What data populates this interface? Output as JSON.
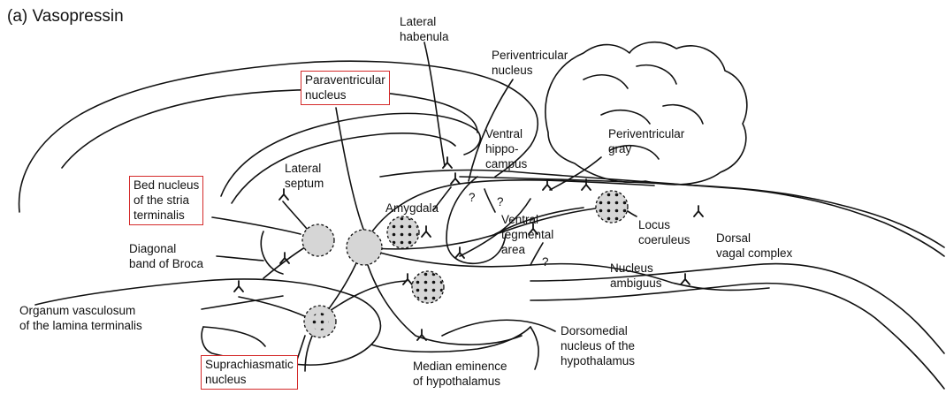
{
  "title": "(a) Vasopressin",
  "labels": {
    "lateral_habenula": "Lateral\nhabenula",
    "periventricular_nucleus": "Periventricular\nnucleus",
    "paraventricular_nucleus": "Paraventricular\nnucleus",
    "periventricular_gray": "Periventricular\ngray",
    "ventral_hippocampus": "Ventral\nhippo-\ncampus",
    "lateral_septum": "Lateral\nseptum",
    "bed_nucleus": "Bed nucleus\nof the stria\nterminalis",
    "amygdala": "Amygdala",
    "ventral_tegmental_area": "Ventral\ntegmental\narea",
    "locus_coeruleus": "Locus\ncoeruleus",
    "dorsal_vagal_complex": "Dorsal\nvagal complex",
    "diagonal_band": "Diagonal\nband of Broca",
    "nucleus_ambiguus": "Nucleus\nambiguus",
    "organum_vasculosum": "Organum vasculosum\nof the lamina terminalis",
    "dorsomedial_nucleus": "Dorsomedial\nnucleus of the\nhypothalamus",
    "suprachiasmatic_nucleus": "Suprachiasmatic\nnucleus",
    "median_eminence": "Median eminence\nof hypothalamus"
  },
  "question_mark": "?",
  "highlight_color": "#d42a2a",
  "nucleus_fill": "#d6d6d6"
}
